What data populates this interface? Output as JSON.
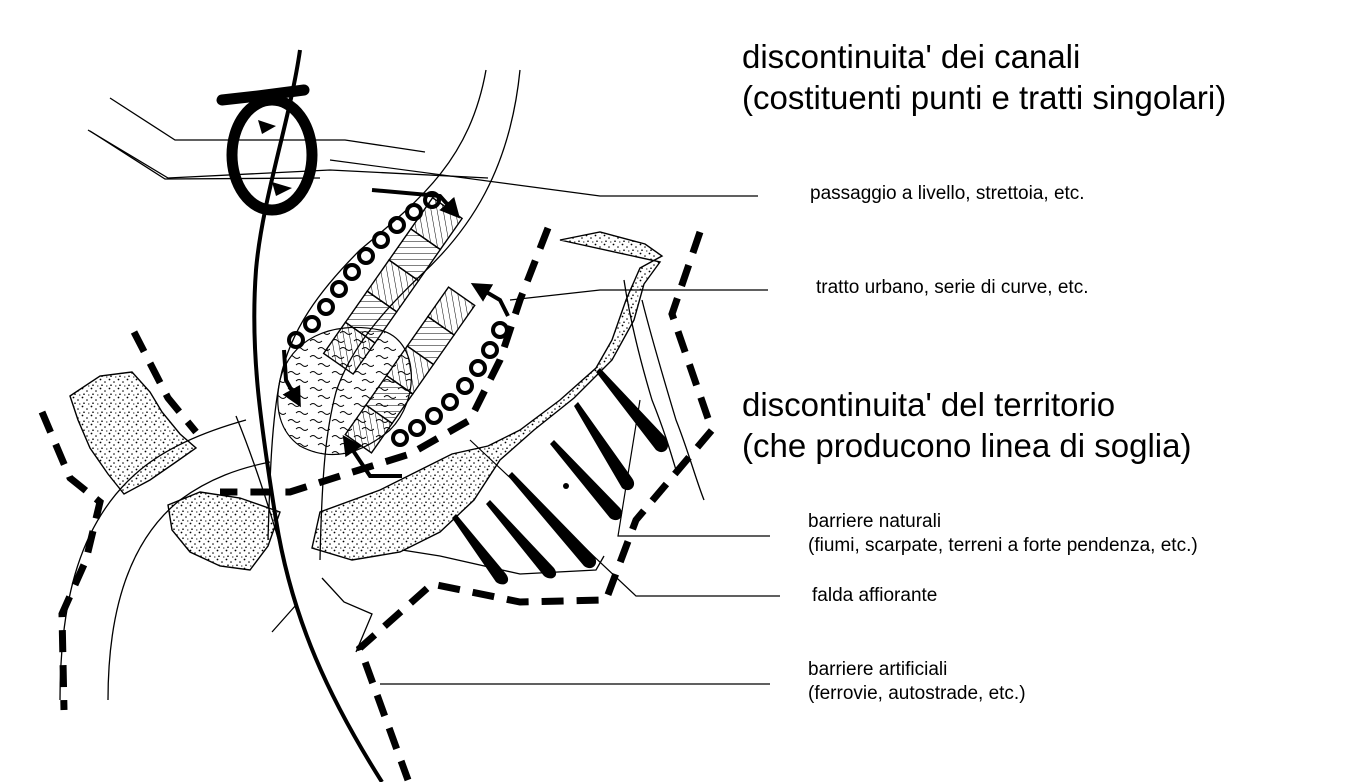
{
  "sections": {
    "canali": {
      "title_line1": "discontinuita' dei canali",
      "title_line2": "(costituenti punti e tratti singolari)",
      "items": [
        {
          "line1": "passaggio a livello, strettoia, etc."
        },
        {
          "line1": "tratto urbano, serie di curve, etc."
        }
      ]
    },
    "territorio": {
      "title_line1": "discontinuita' del territorio",
      "title_line2": "(che producono linea di soglia)",
      "items": [
        {
          "line1": "barriere naturali",
          "line2": "(fiumi, scarpate, terreni a forte pendenza, etc.)"
        },
        {
          "line1": "falda affiorante"
        },
        {
          "line1": "barriere artificiali",
          "line2": "(ferrovie, autostrade, etc.)"
        }
      ]
    }
  },
  "colors": {
    "ink": "#000000",
    "background": "#ffffff"
  }
}
